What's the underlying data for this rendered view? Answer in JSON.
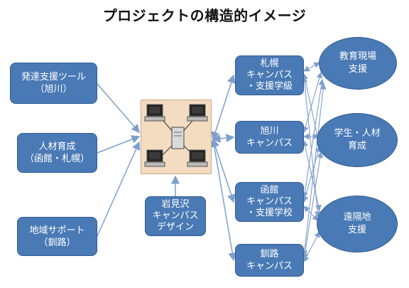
{
  "title": "プロジェクトの構造的イメージ",
  "left_boxes": [
    {
      "id": "hattatsu",
      "label": "発達支援ツール\n（旭川）"
    },
    {
      "id": "jinzai",
      "label": "人材育成\n（函館・札幌）"
    },
    {
      "id": "chiiki",
      "label": "地域サポート\n（釧路）"
    }
  ],
  "center": {
    "network_label": "",
    "iwamizawa": "岩見沢\nキャンパス\nデザイン"
  },
  "campuses": [
    {
      "id": "sapporo",
      "label": "札幌\nキャンパス\n・支援学級"
    },
    {
      "id": "asahikawa",
      "label": "旭川\nキャンパス"
    },
    {
      "id": "hakodate",
      "label": "函館\nキャンパス\n・支援学校"
    },
    {
      "id": "kushiro",
      "label": "釧路\nキャンパス"
    }
  ],
  "supports": [
    {
      "id": "kyoiku",
      "label": "教育現場\n支援"
    },
    {
      "id": "gakusei",
      "label": "学生・人材\n育成"
    },
    {
      "id": "enkakuchi",
      "label": "遠隔地\n支援"
    }
  ],
  "colors": {
    "node_fill": "#4a7ab5",
    "node_border": "#2f5c94",
    "arrow": "#7f9fcb",
    "network_bg": "#f3dcc0"
  }
}
